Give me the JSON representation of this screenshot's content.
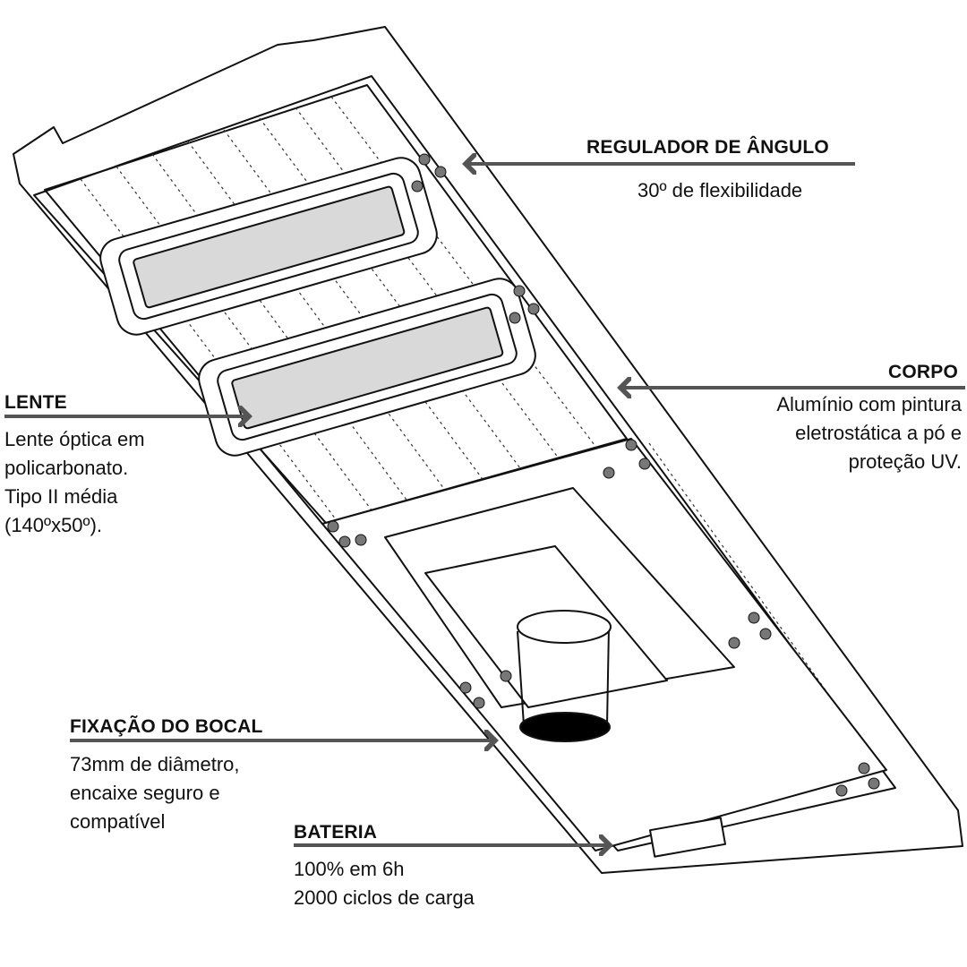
{
  "callouts": {
    "regulador": {
      "title": "REGULADOR DE ÂNGULO",
      "lines": [
        "30º de flexibilidade"
      ]
    },
    "corpo": {
      "title": "CORPO",
      "lines": [
        "Alumínio com pintura",
        "eletrostática a pó e",
        "proteção UV."
      ]
    },
    "lente": {
      "title": "LENTE",
      "lines": [
        "Lente óptica em",
        "policarbonato.",
        "Tipo II média",
        "(140ºx50º)."
      ]
    },
    "fixacao": {
      "title": "FIXAÇÃO DO BOCAL",
      "lines": [
        "73mm de diâmetro,",
        "encaixe seguro e",
        "compatível"
      ]
    },
    "bateria": {
      "title": "BATERIA",
      "lines": [
        "100% em 6h",
        "2000 ciclos de carga"
      ]
    }
  },
  "colors": {
    "line": "#555555",
    "lens": "#d9d9d9",
    "text": "#111111"
  }
}
